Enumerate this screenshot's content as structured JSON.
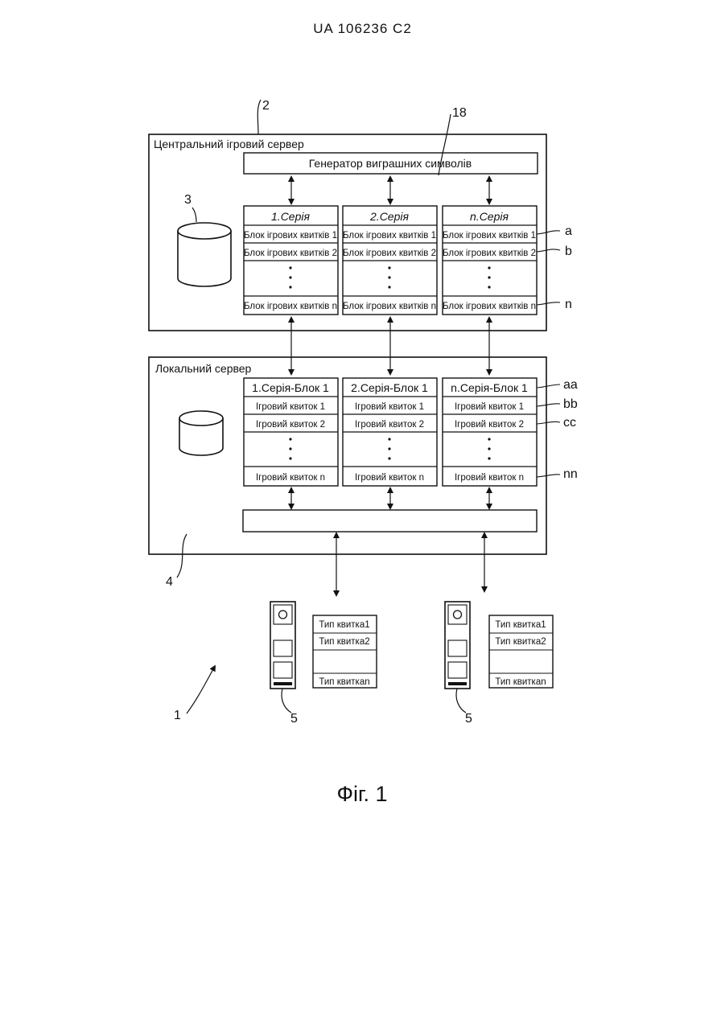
{
  "header": {
    "patent_number": "UA   106236   C2"
  },
  "central_server": {
    "ref": "2",
    "title": "Центральний ігровий сервер",
    "generator": {
      "label": "Генератор виграшних символів",
      "ref": "18"
    },
    "db_ref": "3",
    "series": [
      {
        "title": "1.Серія",
        "rows": [
          "Блок ігрових квитків 1",
          "Блок ігрових квитків 2"
        ],
        "last": "Блок ігрових квитків n"
      },
      {
        "title": "2.Серія",
        "rows": [
          "Блок ігрових квитків 1",
          "Блок ігрових квитків 2"
        ],
        "last": "Блок ігрових квитків n"
      },
      {
        "title": "n.Серія",
        "rows": [
          "Блок ігрових квитків 1",
          "Блок ігрових квитків 2"
        ],
        "last": "Блок ігрових квитків n"
      }
    ],
    "row_refs": [
      "a",
      "b",
      "n"
    ]
  },
  "local_server": {
    "ref": "4",
    "title": "Локальний сервер",
    "series": [
      {
        "title": "1.Серія-Блок 1",
        "rows": [
          "Ігровий квиток 1",
          "Ігровий квиток 2"
        ],
        "last": "Ігровий квиток n"
      },
      {
        "title": "2.Серія-Блок 1",
        "rows": [
          "Ігровий квиток 1",
          "Ігровий квиток 2"
        ],
        "last": "Ігровий квиток n"
      },
      {
        "title": "n.Серія-Блок 1",
        "rows": [
          "Ігровий квиток 1",
          "Ігровий квиток 2"
        ],
        "last": "Ігровий квиток n"
      }
    ],
    "row_refs": [
      "aa",
      "bb",
      "cc",
      "nn"
    ]
  },
  "terminals": [
    {
      "ref": "5",
      "ticket_types": [
        "Тип квитка1",
        "Тип квитка2"
      ],
      "last": "Тип квиткаn"
    },
    {
      "ref": "5",
      "ticket_types": [
        "Тип квитка1",
        "Тип квитка2"
      ],
      "last": "Тип квиткаn"
    }
  ],
  "system_ref": "1",
  "figure_caption": "Фіг. 1"
}
